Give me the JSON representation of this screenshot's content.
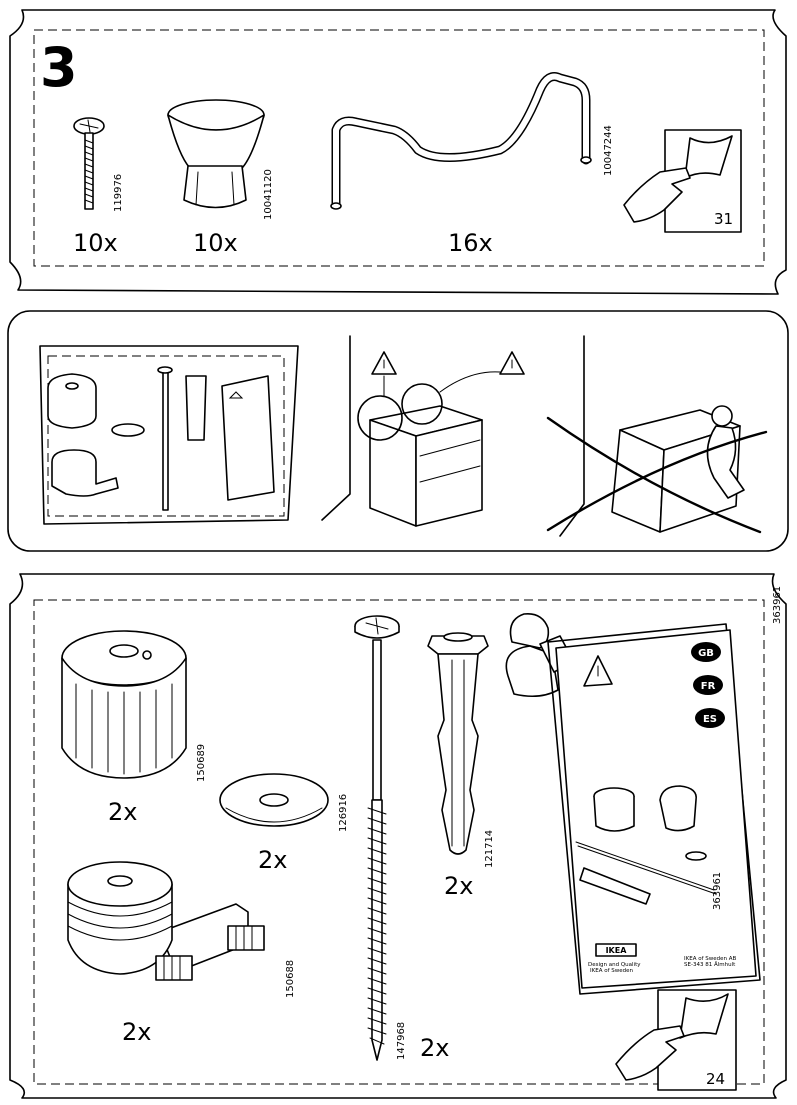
{
  "step": {
    "number": "3",
    "parts": [
      {
        "qty": "10x",
        "code": "119976"
      },
      {
        "qty": "10x",
        "code": "10041120"
      },
      {
        "qty": "16x",
        "code": "10047244"
      }
    ],
    "page_ref": "31"
  },
  "kit": {
    "parts": [
      {
        "qty": "2x",
        "code": "150689"
      },
      {
        "qty": "2x",
        "code": "126916"
      },
      {
        "qty": "2x",
        "code": "150688"
      },
      {
        "qty": "2x",
        "code": "147968"
      },
      {
        "qty": "2x",
        "code": "121714"
      }
    ],
    "side_code": "363961",
    "booklet": {
      "langs": [
        "GB",
        "FR",
        "ES"
      ],
      "code": "363961",
      "brand": "IKEA",
      "tagline": [
        "Design and Quality",
        "IKEA of Sweden"
      ],
      "address": [
        "IKEA of Sweden AB",
        "SE-343 81 Älmhult"
      ]
    },
    "page_ref": "24"
  }
}
